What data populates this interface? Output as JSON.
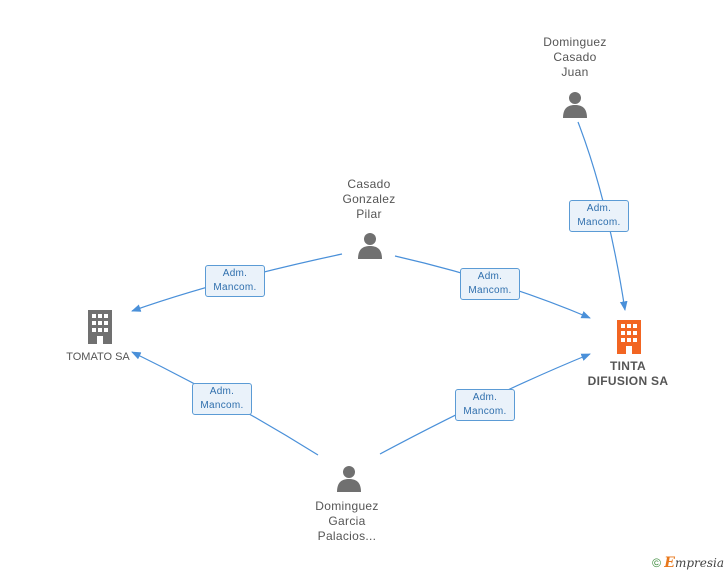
{
  "nodes": {
    "dominguez_casado": {
      "lines": [
        "Dominguez",
        "Casado",
        "Juan"
      ]
    },
    "casado_gonzalez": {
      "lines": [
        "Casado",
        "Gonzalez",
        "Pilar"
      ]
    },
    "dominguez_garcia": {
      "lines": [
        "Dominguez",
        "Garcia",
        "Palacios..."
      ]
    },
    "tomato": {
      "label": "TOMATO SA"
    },
    "tinta": {
      "lines": [
        "TINTA",
        "DIFUSION SA"
      ]
    }
  },
  "edges": [
    {
      "from": "dominguez_casado",
      "to": "tinta",
      "lines": [
        "Adm.",
        "Mancom."
      ]
    },
    {
      "from": "casado_gonzalez",
      "to": "tomato",
      "lines": [
        "Adm.",
        "Mancom."
      ]
    },
    {
      "from": "casado_gonzalez",
      "to": "tinta",
      "lines": [
        "Adm.",
        "Mancom."
      ]
    },
    {
      "from": "dominguez_garcia",
      "to": "tomato",
      "lines": [
        "Adm.",
        "Mancom."
      ]
    },
    {
      "from": "dominguez_garcia",
      "to": "tinta",
      "lines": [
        "Adm.",
        "Mancom."
      ]
    }
  ],
  "colors": {
    "edge": "#4a90d9",
    "person_icon": "#707070",
    "company_icon": "#707070",
    "main_company_icon": "#f26522"
  },
  "footer": {
    "copyright": "©",
    "brand_e": "E",
    "brand_rest": "mpresia"
  }
}
